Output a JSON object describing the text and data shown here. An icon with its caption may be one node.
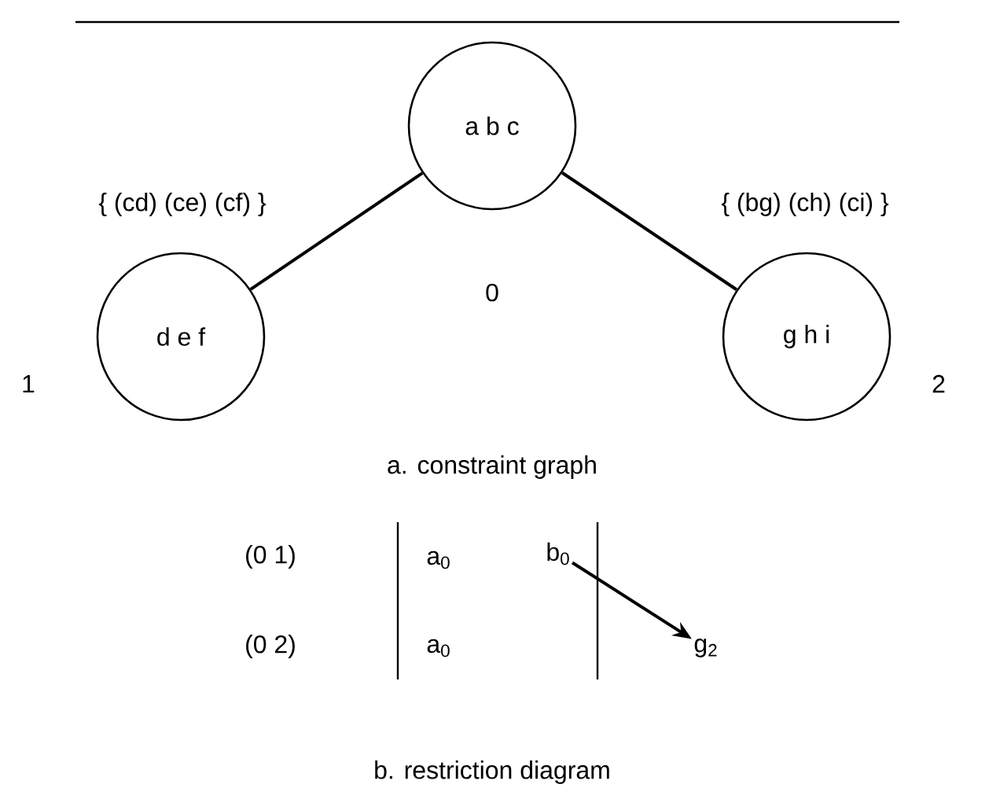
{
  "diagram": {
    "nodes": [
      {
        "text": [
          "a b c"
        ],
        "beside": [
          "0"
        ]
      },
      {
        "text": [
          "d e f"
        ],
        "beside": [
          "1"
        ]
      },
      {
        "text": [
          "g h i"
        ],
        "beside": [
          "2"
        ]
      },
      {
        "text": [
          "b$_{0}$"
        ]
      },
      {
        "text": [
          "g$_{2}$"
        ]
      }
    ],
    "edges": [
      {
        "from": 0,
        "to": 1,
        "arrow": "none",
        "label": "{ (cd) (ce) (cf) }"
      },
      {
        "from": 0,
        "to": 2,
        "arrow": "none",
        "label": "{ (bg) (ch) (ci) }"
      },
      {
        "from": 3,
        "to": 4,
        "arrow": "to"
      }
    ],
    "labels": [
      "a. constraint graph",
      "(0 1)",
      "a$_{0}$",
      "(0 2)",
      "a$_{0}$",
      "b. restriction diagram"
    ]
  }
}
